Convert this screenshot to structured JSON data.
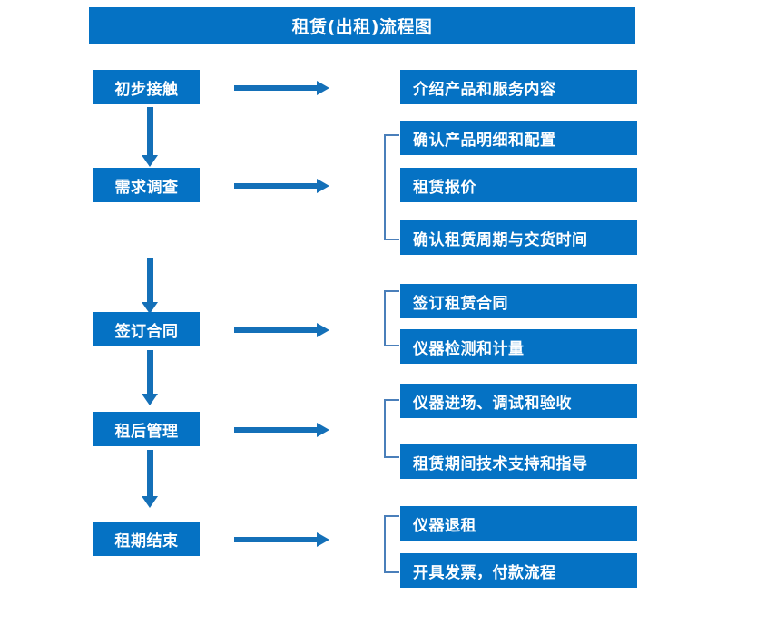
{
  "diagram": {
    "title": "租赁(出租)流程图",
    "accent_color": "#0572c4",
    "arrow_color": "#1470b8",
    "bracket_color": "#4a7fba",
    "text_color": "#ffffff",
    "background": "#ffffff"
  },
  "stages": [
    {
      "label": "初步接触"
    },
    {
      "label": "需求调查"
    },
    {
      "label": "签订合同"
    },
    {
      "label": "租后管理"
    },
    {
      "label": "租期结束"
    }
  ],
  "details": {
    "stage1": [
      {
        "label": "介绍产品和服务内容"
      }
    ],
    "stage2": [
      {
        "label": "确认产品明细和配置"
      },
      {
        "label": "租赁报价"
      },
      {
        "label": "确认租赁周期与交货时间"
      }
    ],
    "stage3": [
      {
        "label": "签订租赁合同"
      },
      {
        "label": "仪器检测和计量"
      }
    ],
    "stage4": [
      {
        "label": "仪器进场、调试和验收"
      },
      {
        "label": "租赁期间技术支持和指导"
      }
    ],
    "stage5": [
      {
        "label": "仪器退租"
      },
      {
        "label": "开具发票，付款流程"
      }
    ]
  }
}
